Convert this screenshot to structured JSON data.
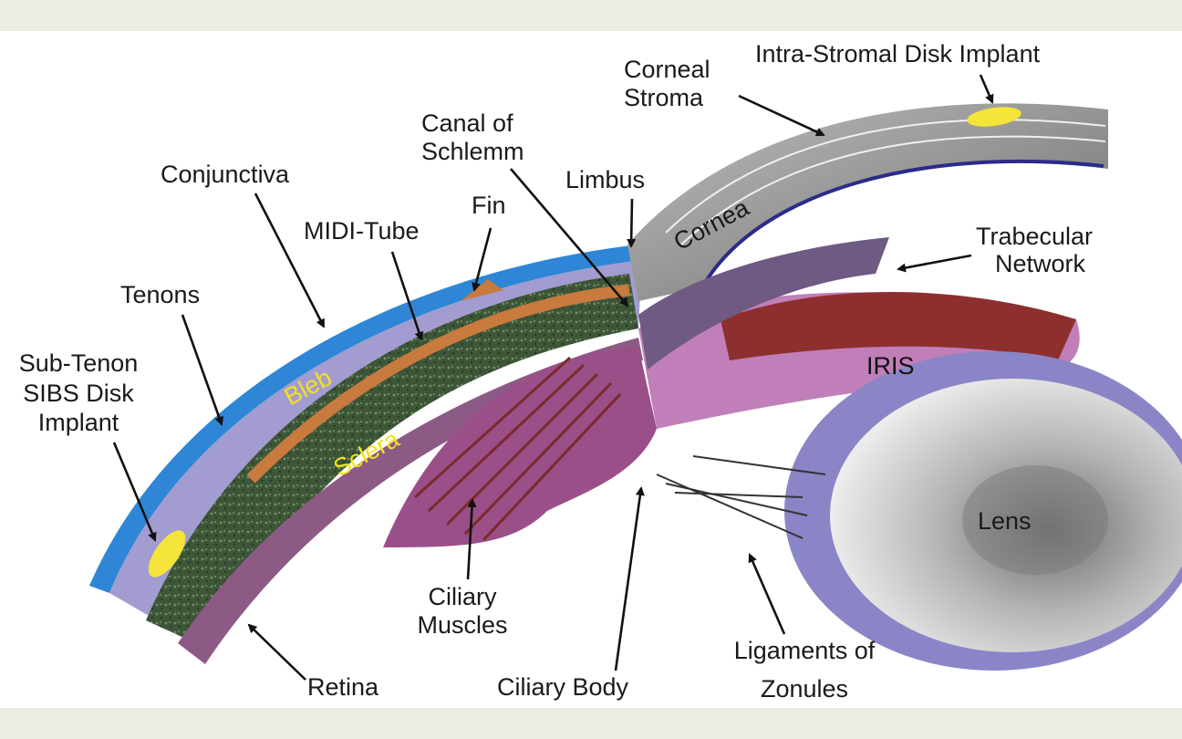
{
  "labels": {
    "intra_stromal": "Intra-Stromal Disk Implant",
    "corneal_stroma_1": "Corneal",
    "corneal_stroma_2": "Stroma",
    "canal_1": "Canal of",
    "canal_2": "Schlemm",
    "limbus": "Limbus",
    "conjunctiva": "Conjunctiva",
    "fin": "Fin",
    "midi_tube": "MIDI-Tube",
    "tenons": "Tenons",
    "sub_tenon_1": "Sub-Tenon",
    "sub_tenon_2": "SIBS Disk",
    "sub_tenon_3": "Implant",
    "cornea": "Cornea",
    "trabecular_1": "Trabecular",
    "trabecular_2": "Network",
    "iris": "IRIS",
    "bleb": "Bleb",
    "sclera": "Sclera",
    "lens": "Lens",
    "ciliary_muscles_1": "Ciliary",
    "ciliary_muscles_2": "Muscles",
    "ciliary_body": "Ciliary Body",
    "retina": "Retina",
    "ligaments_1": "Ligaments of",
    "ligaments_2": "Zonules"
  },
  "colors": {
    "conjunctiva": "#2f86d6",
    "tenons": "#9a93c9",
    "sclera": "#3f5a3a",
    "tube": "#c97a3e",
    "iris": "#b77ab0",
    "ciliary": "#8c3a4a",
    "cornea": "#d6d6d6",
    "lens_rim": "#7d78c0",
    "implant": "#f5e43a",
    "inner_text": "#f2e21c"
  }
}
